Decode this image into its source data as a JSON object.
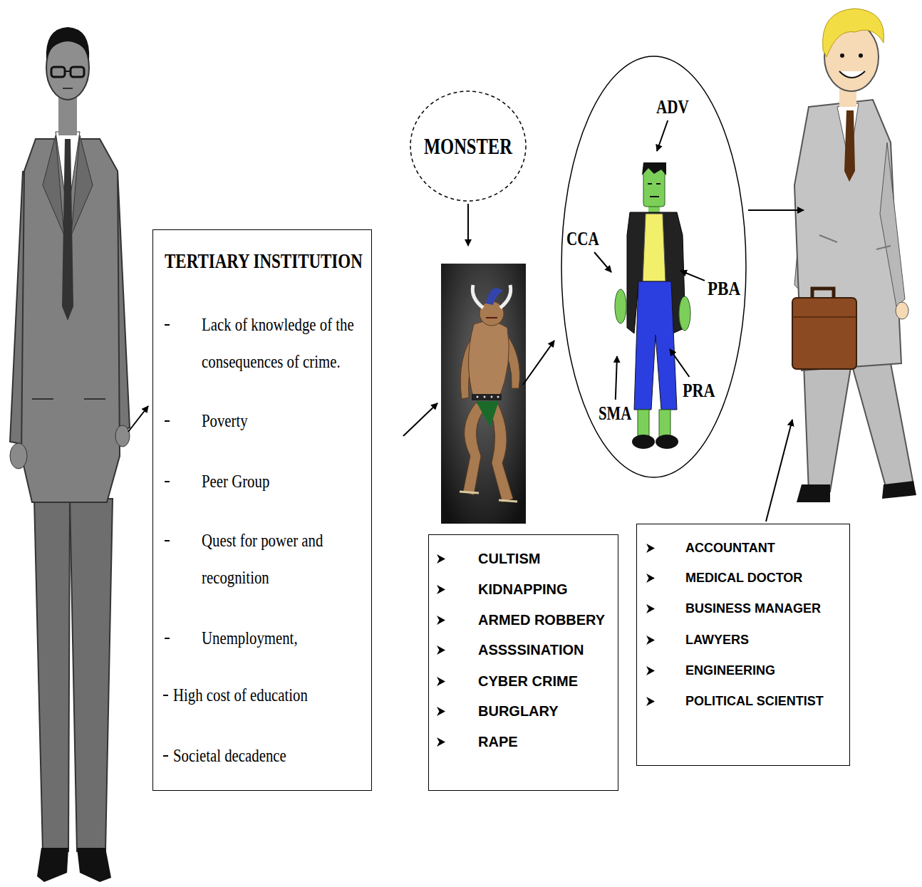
{
  "diagram": {
    "nodes": [
      {
        "text": [
          "TERTIARY INSTITUTION",
          "Lack of knowledge of the consequences of crime.",
          "Poverty",
          "Peer Group",
          "Quest for power and recognition",
          "Unemployment,",
          "High cost of education",
          "Societal decadence"
        ]
      },
      {
        "text": [
          "MONSTER"
        ]
      },
      {
        "text": [
          "ADV",
          "CCA",
          "PBA",
          "SMA",
          "PRA"
        ]
      },
      {
        "text": [
          "CULTISM",
          "KIDNAPPING",
          "ARMED ROBBERY",
          "ASSSSINATION",
          "CYBER CRIME",
          "BURGLARY",
          "RAPE"
        ]
      },
      {
        "text": [
          "ACCOUNTANT",
          "MEDICAL DOCTOR",
          "BUSINESS MANAGER",
          "LAWYERS",
          "ENGINEERING",
          "POLITICAL SCIENTIST"
        ]
      }
    ]
  }
}
